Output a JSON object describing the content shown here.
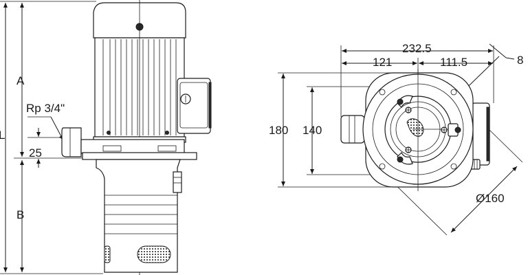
{
  "side_view": {
    "label_length": "L",
    "label_upper": "A",
    "label_lower": "B",
    "label_thread": "Rp 3/4\"",
    "label_offset": "25"
  },
  "top_view": {
    "label_overall_width": "232.5",
    "label_left_width": "121",
    "label_right_width": "111.5",
    "label_plate_thickness": "8",
    "label_overall_height": "180",
    "label_hole_spacing": "140",
    "label_diameter": "Ø160"
  }
}
